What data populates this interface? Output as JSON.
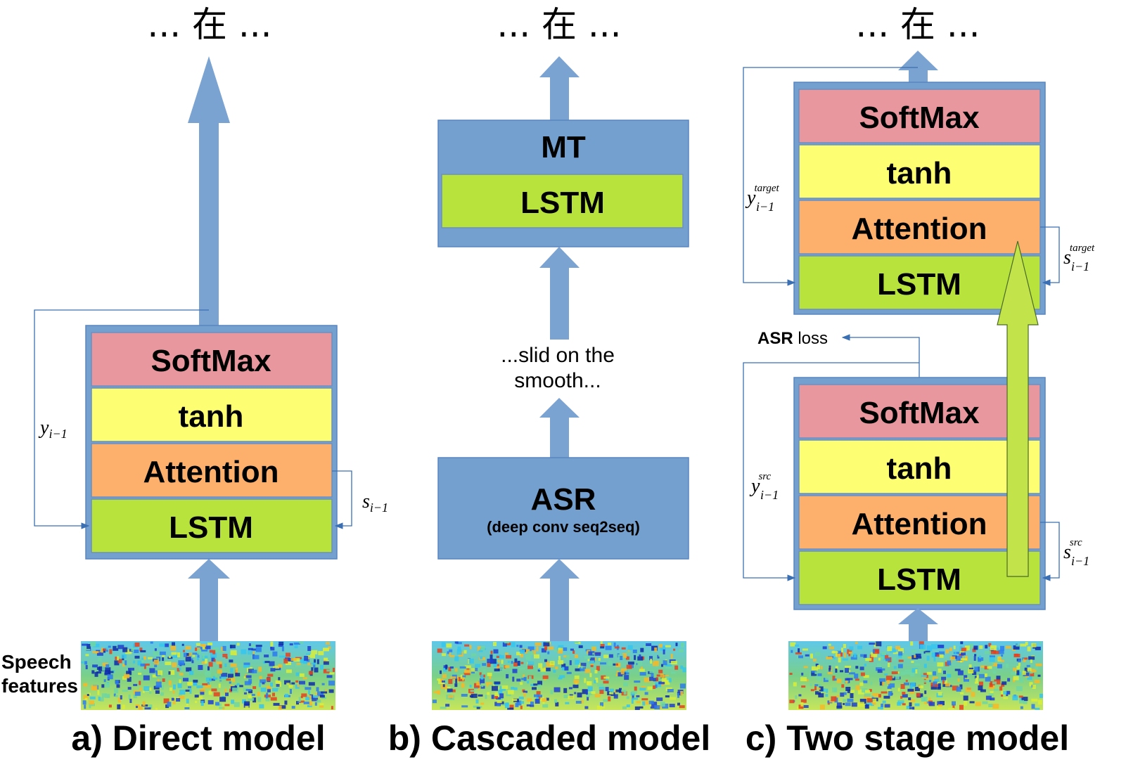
{
  "colors": {
    "arrow": "#7aa3d2",
    "frame": "#74a0d0",
    "frame_border": "#5a86c0",
    "softmax": "#e9979e",
    "tanh": "#fefe72",
    "attention": "#fdb06b",
    "lstm": "#b8e23c",
    "feedback_line": "#3a6fb3",
    "highlight_arrow": "#c2e34a"
  },
  "outputs": {
    "a": "... 在 ...",
    "b": "... 在 ...",
    "c": "... 在 ..."
  },
  "direct_model": {
    "caption": "a) Direct model",
    "layers": {
      "softmax": "SoftMax",
      "tanh": "tanh",
      "attention": "Attention",
      "lstm": "LSTM"
    },
    "y_label": {
      "base": "y",
      "sub": "i−1"
    },
    "s_label": {
      "base": "s",
      "sub": "i−1"
    },
    "speech_label": [
      "Speech",
      "features"
    ]
  },
  "cascaded_model": {
    "caption": "b) Cascaded model",
    "mt_label": "MT",
    "mt_lstm": "LSTM",
    "asr_label": "ASR",
    "asr_sub": "(deep conv seq2seq)",
    "intermediate": [
      "...slid on the",
      "smooth..."
    ]
  },
  "two_stage_model": {
    "caption": "c) Two stage model",
    "top_layers": {
      "softmax": "SoftMax",
      "tanh": "tanh",
      "attention": "Attention",
      "lstm": "LSTM"
    },
    "bottom_layers": {
      "softmax": "SoftMax",
      "tanh": "tanh",
      "attention": "Attention",
      "lstm": "LSTM"
    },
    "asr_loss": {
      "bold": "ASR",
      "rest": " loss"
    },
    "y_target": {
      "base": "y",
      "sup": "target",
      "sub": "i−1"
    },
    "s_target": {
      "base": "s",
      "sup": "target",
      "sub": "i−1"
    },
    "y_src": {
      "base": "y",
      "sup": "src",
      "sub": "i−1"
    },
    "s_src": {
      "base": "s",
      "sup": "src",
      "sub": "i−1"
    }
  }
}
